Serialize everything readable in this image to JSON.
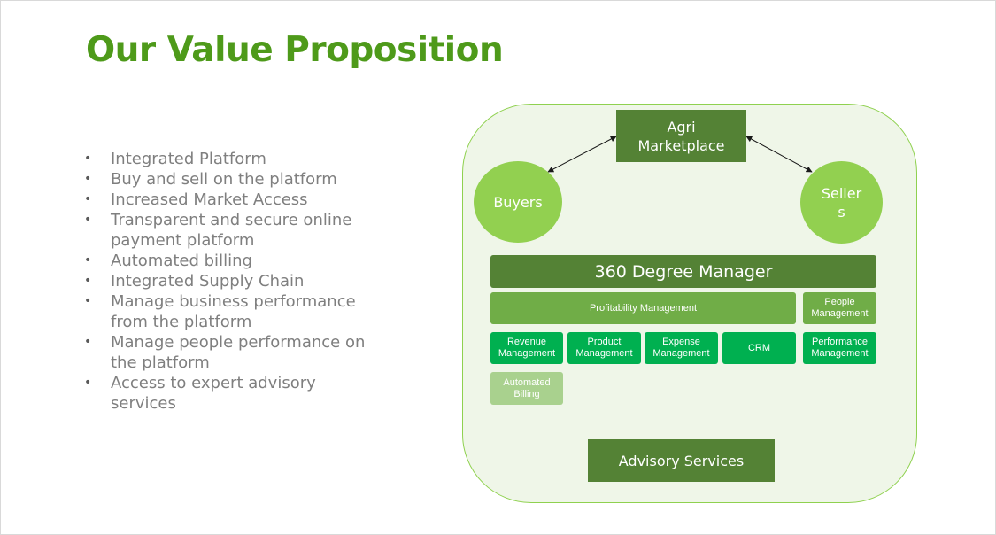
{
  "title": "Our Value Proposition",
  "bullets": [
    "Integrated Platform",
    "Buy and sell on the platform",
    "Increased Market Access",
    "Transparent and secure online payment platform",
    "Automated billing",
    "Integrated Supply Chain",
    "Manage business performance from the platform",
    "Manage people performance on the platform",
    "Access to expert advisory services"
  ],
  "bullet_char": "•",
  "diagram": {
    "marketplace": "Agri Marketplace",
    "buyers": "Buyers",
    "sellers": "Seller s",
    "manager": "360 Degree Manager",
    "profitability": "Profitability Management",
    "people": "People Management",
    "revenue": "Revenue Management",
    "product": "Product Management",
    "expense": "Expense Management",
    "crm": "CRM",
    "performance": "Performance Management",
    "billing": "Automated Billing",
    "advisory": "Advisory Services"
  },
  "colors": {
    "title": "#4e9a1a",
    "dark_green": "#548235",
    "mid_green": "#70ad47",
    "bright_green": "#00b050",
    "pale_green": "#a9d18e",
    "circle_green": "#92d050",
    "panel_fill": "#eff6e8",
    "panel_border": "#8fd14f"
  }
}
